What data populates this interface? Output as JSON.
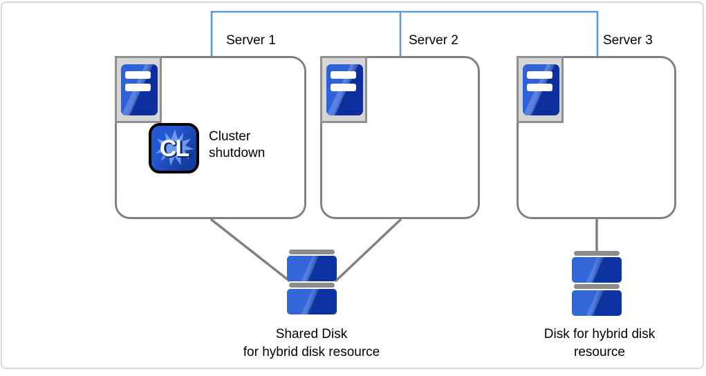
{
  "colors": {
    "network_line": "#5B9BD5",
    "box_border": "#808080",
    "connector": "#808080",
    "canvas_border": "#D9D9D9",
    "icon_tray_fill": "#D6D6D6",
    "icon_tray_border": "#8F8F8F",
    "server_blue_light": "#2F62D8",
    "server_blue_dark": "#0D2F9E",
    "disk_bar_gray": "#8C8C8C",
    "cl_badge_blue": "#2657D2",
    "cl_splat_blue": "#7AA2F0"
  },
  "servers": [
    {
      "label": "Server 1"
    },
    {
      "label": "Server 2"
    },
    {
      "label": "Server 3"
    }
  ],
  "cluster_action": {
    "icon_text": "CL",
    "line1": "Cluster",
    "line2": "shutdown"
  },
  "shared_disk_caption": {
    "line1": "Shared Disk",
    "line2": "for hybrid disk resource"
  },
  "hybrid_disk_caption": {
    "line1": "Disk for hybrid disk",
    "line2": "resource"
  }
}
